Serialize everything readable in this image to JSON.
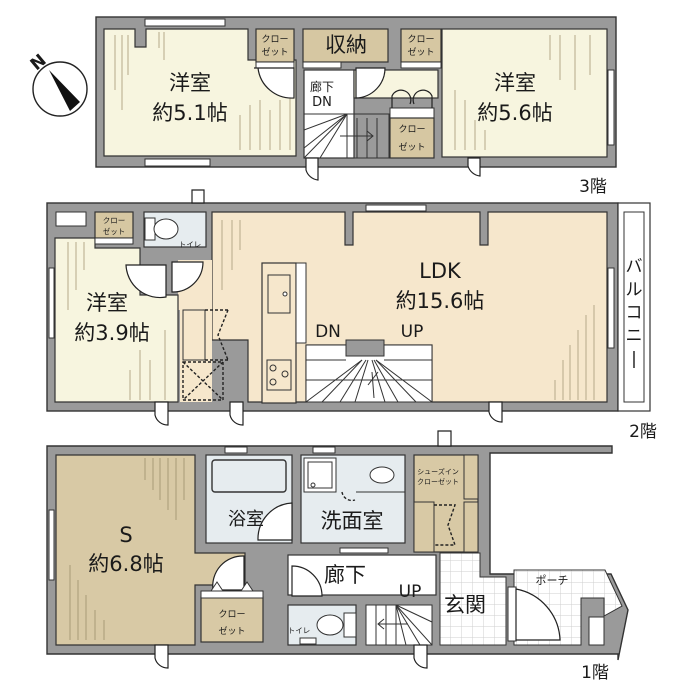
{
  "compass": {
    "label": "N",
    "icon": "north-arrow-icon"
  },
  "colors": {
    "wall": "#9a9a9a",
    "western_room": "#f7f5df",
    "ldk": "#f6e7cc",
    "storage": "#d6c7a2",
    "wet_area": "#e6ecef",
    "s_room": "#d8c9a5",
    "tile": "#ffffff",
    "outline": "#333333"
  },
  "floors": {
    "third": {
      "label": "3階",
      "rooms": {
        "west_room": {
          "name": "洋室",
          "size": "約5.1帖"
        },
        "east_room": {
          "name": "洋室",
          "size": "約5.6帖"
        },
        "storage": {
          "name": "収納"
        },
        "closet_1": {
          "line1": "クロー",
          "line2": "ゼット"
        },
        "closet_2": {
          "line1": "クロー",
          "line2": "ゼット"
        },
        "closet_3": {
          "line1": "クロー",
          "line2": "ゼット"
        },
        "hallway": {
          "name": "廊下",
          "stair": "DN"
        }
      }
    },
    "second": {
      "label": "2階",
      "rooms": {
        "west_room": {
          "name": "洋室",
          "size": "約3.9帖"
        },
        "ldk": {
          "name": "LDK",
          "size": "約15.6帖"
        },
        "closet": {
          "line1": "クロー",
          "line2": "ゼット"
        },
        "toilet": {
          "name": "トイレ"
        },
        "balcony": {
          "name": "バルコニー"
        },
        "stairs": {
          "down": "DN",
          "up": "UP"
        }
      }
    },
    "first": {
      "label": "1階",
      "rooms": {
        "s_room": {
          "name": "S",
          "size": "約6.8帖"
        },
        "bathroom": {
          "name": "浴室"
        },
        "washroom": {
          "name": "洗面室"
        },
        "shoe_closet": {
          "line1": "シューズイン",
          "line2": "クローゼット"
        },
        "closet": {
          "line1": "クロー",
          "line2": "ゼット"
        },
        "hallway": {
          "name": "廊下",
          "stair": "UP"
        },
        "toilet": {
          "name": "トイレ"
        },
        "entrance": {
          "name": "玄関"
        },
        "porch": {
          "name": "ポーチ"
        }
      }
    }
  }
}
